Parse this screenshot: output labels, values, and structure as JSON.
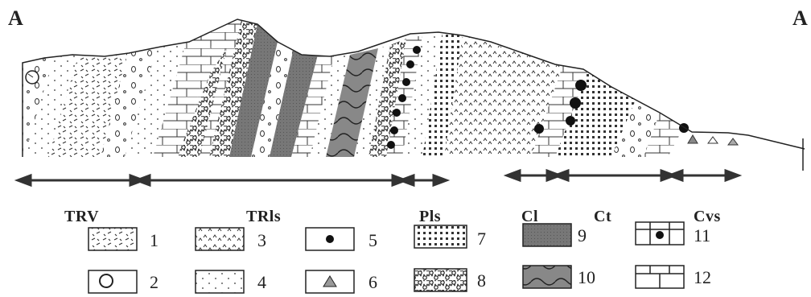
{
  "corner_labels": {
    "left": "A",
    "right": "A"
  },
  "units": [
    {
      "id": "trv",
      "label": "TRV"
    },
    {
      "id": "trls",
      "label": "TRls"
    },
    {
      "id": "pls",
      "label": "Pls"
    },
    {
      "id": "cl",
      "label": "Cl"
    },
    {
      "id": "ct",
      "label": "Ct"
    },
    {
      "id": "cvs",
      "label": "Cvs"
    }
  ],
  "legend": [
    {
      "num": "1",
      "pattern": "dash-hatch"
    },
    {
      "num": "2",
      "pattern": "pebble"
    },
    {
      "num": "3",
      "pattern": "caret-dots"
    },
    {
      "num": "4",
      "pattern": "sparse-dots"
    },
    {
      "num": "5",
      "pattern": "black-dot"
    },
    {
      "num": "6",
      "pattern": "triangle"
    },
    {
      "num": "7",
      "pattern": "dense-dots"
    },
    {
      "num": "8",
      "pattern": "circles"
    },
    {
      "num": "9",
      "pattern": "gray-solid"
    },
    {
      "num": "10",
      "pattern": "wavy-gray"
    },
    {
      "num": "11",
      "pattern": "brick-dot"
    },
    {
      "num": "12",
      "pattern": "brick"
    }
  ]
}
